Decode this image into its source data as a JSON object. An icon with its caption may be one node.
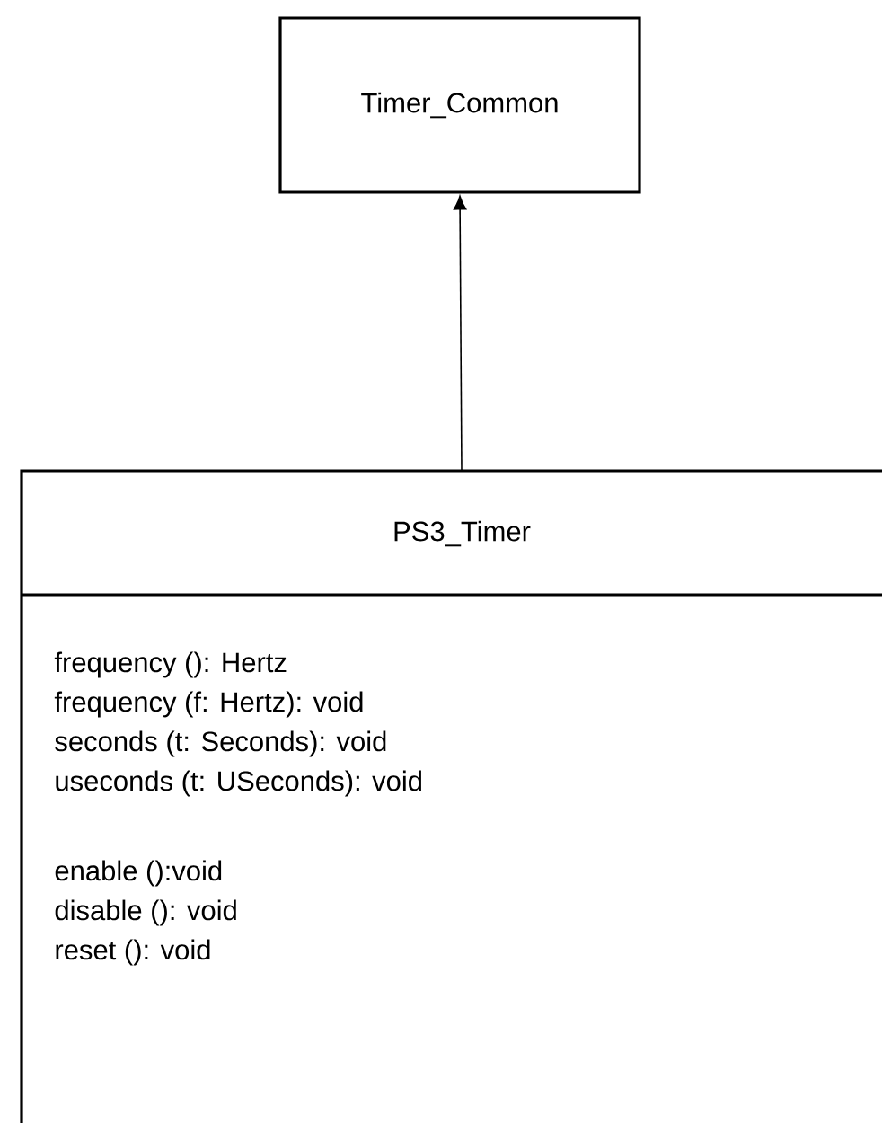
{
  "diagram": {
    "nodes": [
      {
        "text": [
          "Timer_Common"
        ]
      },
      {
        "text": [
          "PS3_Timer",
          "frequency (): Hertz",
          "frequency (f: Hertz): void",
          "seconds (t: Seconds): void",
          "useconds (t: USeconds): void",
          "enable ():void",
          "disable (): void",
          "reset (): void"
        ]
      }
    ],
    "edges": [
      {
        "from": 1,
        "to": 0,
        "arrow": "to"
      }
    ]
  }
}
